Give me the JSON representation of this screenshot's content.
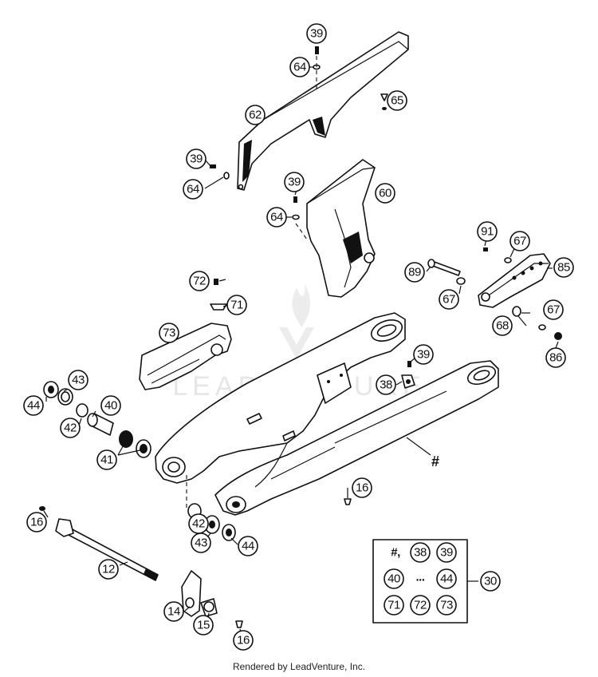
{
  "watermark": "LEADVENTURE",
  "footer": "Rendered by LeadVenture, Inc.",
  "hash_label": "#",
  "kit_box": {
    "row1": [
      "#,",
      "38",
      "39"
    ],
    "row2": [
      "40",
      "...",
      "44"
    ],
    "row3": [
      "71",
      "72",
      "73"
    ]
  },
  "callouts": [
    {
      "id": "c39a",
      "label": "39"
    },
    {
      "id": "c64a",
      "label": "64"
    },
    {
      "id": "c65",
      "label": "65"
    },
    {
      "id": "c62",
      "label": "62"
    },
    {
      "id": "c39b",
      "label": "39"
    },
    {
      "id": "c64b",
      "label": "64"
    },
    {
      "id": "c39c",
      "label": "39"
    },
    {
      "id": "c60",
      "label": "60"
    },
    {
      "id": "c64c",
      "label": "64"
    },
    {
      "id": "c91",
      "label": "91"
    },
    {
      "id": "c67a",
      "label": "67"
    },
    {
      "id": "c89",
      "label": "89"
    },
    {
      "id": "c85",
      "label": "85"
    },
    {
      "id": "c67b",
      "label": "67"
    },
    {
      "id": "c72a",
      "label": "72"
    },
    {
      "id": "c71a",
      "label": "71"
    },
    {
      "id": "c73a",
      "label": "73"
    },
    {
      "id": "c67c",
      "label": "67"
    },
    {
      "id": "c68",
      "label": "68"
    },
    {
      "id": "c86",
      "label": "86"
    },
    {
      "id": "c39d",
      "label": "39"
    },
    {
      "id": "c38",
      "label": "38"
    },
    {
      "id": "c43a",
      "label": "43"
    },
    {
      "id": "c44a",
      "label": "44"
    },
    {
      "id": "c40",
      "label": "40"
    },
    {
      "id": "c42a",
      "label": "42"
    },
    {
      "id": "c41",
      "label": "41"
    },
    {
      "id": "c16a",
      "label": "16"
    },
    {
      "id": "c16b",
      "label": "16"
    },
    {
      "id": "c42b",
      "label": "42"
    },
    {
      "id": "c43b",
      "label": "43"
    },
    {
      "id": "c44b",
      "label": "44"
    },
    {
      "id": "c12",
      "label": "12"
    },
    {
      "id": "c30",
      "label": "30"
    },
    {
      "id": "c14",
      "label": "14"
    },
    {
      "id": "c15",
      "label": "15"
    },
    {
      "id": "c16c",
      "label": "16"
    }
  ]
}
